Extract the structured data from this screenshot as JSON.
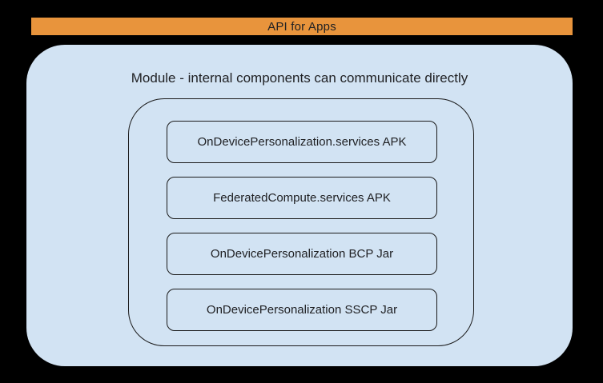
{
  "diagram": {
    "api_bar": {
      "label": "API for Apps"
    },
    "module": {
      "title": "Module - internal components can communicate directly",
      "components": [
        {
          "label": "OnDevicePersonalization.services APK"
        },
        {
          "label": "FederatedCompute.services APK"
        },
        {
          "label": "OnDevicePersonalization BCP Jar"
        },
        {
          "label": "OnDevicePersonalization SSCP Jar"
        }
      ]
    },
    "colors": {
      "background": "#000000",
      "api_bar_fill": "#E8943C",
      "module_fill": "#D2E3F3",
      "box_border": "#1A1A1A",
      "text": "#202124"
    }
  }
}
